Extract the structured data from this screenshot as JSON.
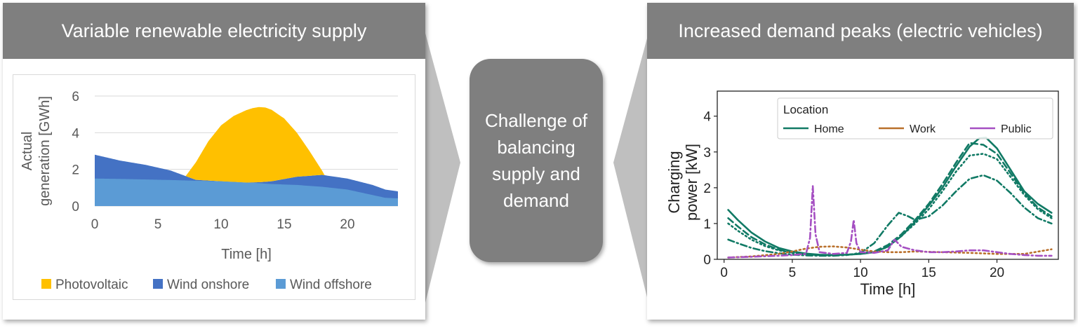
{
  "left_panel": {
    "header": "Variable renewable electricity supply"
  },
  "center": {
    "text": "Challenge of balancing supply and demand"
  },
  "right_panel": {
    "header": "Increased demand peaks (electric vehicles)"
  },
  "colors": {
    "header_gray": "#7f7f7f",
    "photovoltaic": "#ffc000",
    "wind_onshore": "#4472c4",
    "wind_offshore": "#5b9bd5",
    "home": "#117a65",
    "work": "#b9702b",
    "public": "#a54fc2"
  },
  "chart_data": [
    {
      "type": "area",
      "title": "",
      "xlabel": "Time [h]",
      "ylabel": "Actual generation [GWh]",
      "xlim": [
        0,
        24
      ],
      "ylim": [
        0,
        6
      ],
      "xticks": [
        "0",
        "5",
        "10",
        "15",
        "20"
      ],
      "xtick_values": [
        0,
        5,
        10,
        15,
        20
      ],
      "yticks": [
        "0",
        "2",
        "4",
        "6"
      ],
      "ytick_values": [
        0,
        2,
        4,
        6
      ],
      "grid": "horizontal",
      "legend_position": "bottom",
      "stacked": true,
      "series": [
        {
          "name": "Wind offshore",
          "x": [
            0,
            2,
            4,
            6,
            8,
            10,
            12,
            13,
            14,
            16,
            18,
            20,
            22,
            23,
            24
          ],
          "values": [
            1.5,
            1.48,
            1.45,
            1.42,
            1.38,
            1.35,
            1.28,
            1.25,
            1.2,
            1.15,
            1.05,
            0.9,
            0.6,
            0.45,
            0.42
          ]
        },
        {
          "name": "Wind onshore",
          "x": [
            0,
            2,
            4,
            6,
            8,
            10,
            12,
            13,
            14,
            16,
            18,
            20,
            22,
            23,
            24
          ],
          "values": [
            1.3,
            1.0,
            0.8,
            0.52,
            0.05,
            0.0,
            0.0,
            0.05,
            0.15,
            0.45,
            0.65,
            0.6,
            0.55,
            0.45,
            0.38
          ]
        },
        {
          "name": "Photovoltaic",
          "x": [
            7.2,
            8,
            9,
            10,
            11,
            12,
            12.5,
            13,
            13.5,
            14,
            15,
            16,
            17,
            18.2
          ],
          "values": [
            0.0,
            0.95,
            2.15,
            3.05,
            3.6,
            3.95,
            4.05,
            4.1,
            4.05,
            3.9,
            3.3,
            2.4,
            1.35,
            0.0
          ]
        }
      ]
    },
    {
      "type": "line",
      "title": "",
      "xlabel": "Time [h]",
      "ylabel": "Charging power [kW]",
      "xlim": [
        -0.5,
        24.5
      ],
      "ylim": [
        0,
        4.7
      ],
      "xticks": [
        "0",
        "5",
        "10",
        "15",
        "20"
      ],
      "xtick_values": [
        0,
        5,
        10,
        15,
        20
      ],
      "yticks": [
        "0",
        "1",
        "2",
        "3",
        "4"
      ],
      "ytick_values": [
        0,
        1,
        2,
        3,
        4
      ],
      "grid": "none",
      "legend_position": "top-right",
      "legend_title": "Location",
      "series": [
        {
          "name": "Home",
          "style": "solid",
          "x": [
            0.3,
            1,
            2,
            3,
            4,
            5,
            6,
            7,
            8,
            9,
            10,
            11,
            12,
            13,
            14,
            15,
            16,
            17,
            18,
            18.7,
            19.2,
            20,
            21,
            22,
            23,
            24
          ],
          "values": [
            1.38,
            1.1,
            0.75,
            0.5,
            0.32,
            0.22,
            0.16,
            0.13,
            0.12,
            0.13,
            0.15,
            0.2,
            0.35,
            0.65,
            1.05,
            1.5,
            2.0,
            2.6,
            3.15,
            3.38,
            3.4,
            3.1,
            2.5,
            1.9,
            1.55,
            1.3
          ]
        },
        {
          "name": "Home",
          "style": "dashed",
          "x": [
            0.3,
            1,
            2,
            3,
            4,
            5,
            6,
            7,
            8,
            9,
            10,
            11,
            12,
            13,
            14,
            15,
            16,
            17,
            18,
            19,
            20,
            21,
            22,
            23,
            24
          ],
          "values": [
            1.15,
            0.92,
            0.62,
            0.42,
            0.27,
            0.19,
            0.14,
            0.12,
            0.12,
            0.13,
            0.16,
            0.22,
            0.4,
            0.7,
            1.1,
            1.55,
            2.1,
            2.7,
            3.25,
            3.2,
            2.95,
            2.4,
            1.85,
            1.45,
            1.2
          ]
        },
        {
          "name": "Home",
          "style": "dotted",
          "x": [
            0.3,
            1,
            2,
            3,
            4,
            5,
            6,
            7,
            8,
            9,
            10,
            11,
            12,
            13,
            14,
            15,
            16,
            17,
            18,
            19,
            20,
            21,
            22,
            23,
            24
          ],
          "values": [
            1.0,
            0.8,
            0.55,
            0.37,
            0.25,
            0.18,
            0.14,
            0.12,
            0.12,
            0.13,
            0.15,
            0.2,
            0.35,
            0.65,
            1.0,
            1.4,
            1.9,
            2.45,
            2.9,
            2.95,
            2.8,
            2.3,
            1.8,
            1.4,
            1.15
          ]
        },
        {
          "name": "Home",
          "style": "dashdot",
          "x": [
            0.3,
            1,
            2,
            3,
            4,
            5,
            6,
            7,
            8,
            9,
            10,
            11,
            12,
            12.8,
            13.5,
            14,
            15,
            16,
            17,
            18,
            19,
            20,
            21,
            22,
            23,
            24
          ],
          "values": [
            0.55,
            0.45,
            0.32,
            0.23,
            0.17,
            0.13,
            0.11,
            0.1,
            0.1,
            0.12,
            0.18,
            0.45,
            0.95,
            1.3,
            1.2,
            1.1,
            1.2,
            1.5,
            1.9,
            2.25,
            2.35,
            2.2,
            1.85,
            1.45,
            1.15,
            1.0
          ]
        },
        {
          "name": "Work",
          "style": "dotted",
          "x": [
            0.3,
            2,
            4,
            5,
            6,
            7,
            8,
            9,
            10,
            11,
            12,
            13,
            14,
            16,
            18,
            20,
            22,
            24
          ],
          "values": [
            0.05,
            0.08,
            0.15,
            0.22,
            0.3,
            0.35,
            0.36,
            0.33,
            0.27,
            0.22,
            0.2,
            0.2,
            0.22,
            0.2,
            0.18,
            0.15,
            0.15,
            0.28
          ]
        },
        {
          "name": "Public",
          "style": "dashdot",
          "x": [
            0.3,
            2,
            4,
            5,
            6,
            6.3,
            6.5,
            6.7,
            7,
            8,
            9,
            9.3,
            9.5,
            9.7,
            10,
            11,
            12,
            12.5,
            13,
            13.5,
            14,
            15,
            16,
            17,
            18,
            19,
            20,
            21,
            22,
            23,
            24
          ],
          "values": [
            0.05,
            0.07,
            0.1,
            0.12,
            0.15,
            0.6,
            2.05,
            0.7,
            0.2,
            0.15,
            0.18,
            0.5,
            1.1,
            0.45,
            0.2,
            0.18,
            0.25,
            0.55,
            0.35,
            0.3,
            0.25,
            0.2,
            0.2,
            0.22,
            0.25,
            0.25,
            0.2,
            0.15,
            0.12,
            0.1,
            0.1
          ]
        }
      ]
    }
  ]
}
